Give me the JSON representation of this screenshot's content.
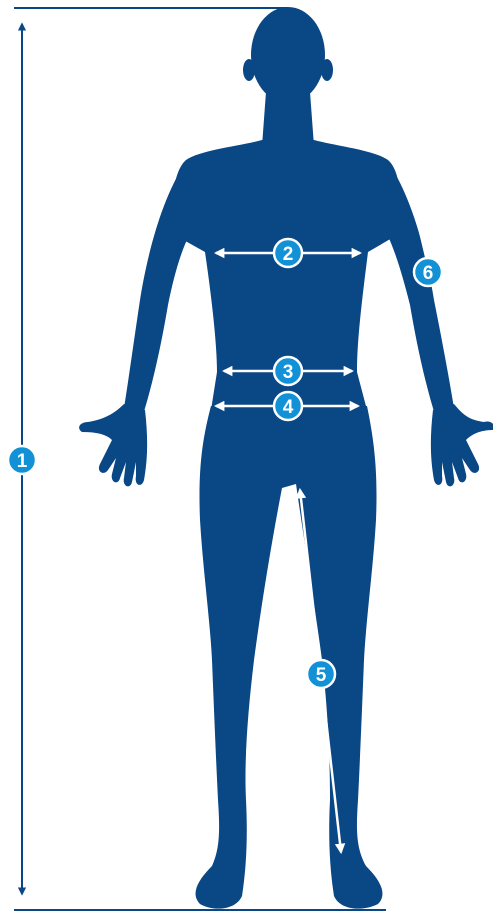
{
  "colors": {
    "body": "#0a4785",
    "arrow_on_body": "#ffffff",
    "arrow_height": "#0a4785",
    "badge_fill": "#1291d6",
    "badge_stroke": "#ffffff",
    "badge_text": "#ffffff"
  },
  "markers": {
    "m1": "1",
    "m2": "2",
    "m3": "3",
    "m4": "4",
    "m5": "5",
    "m6": "6"
  }
}
